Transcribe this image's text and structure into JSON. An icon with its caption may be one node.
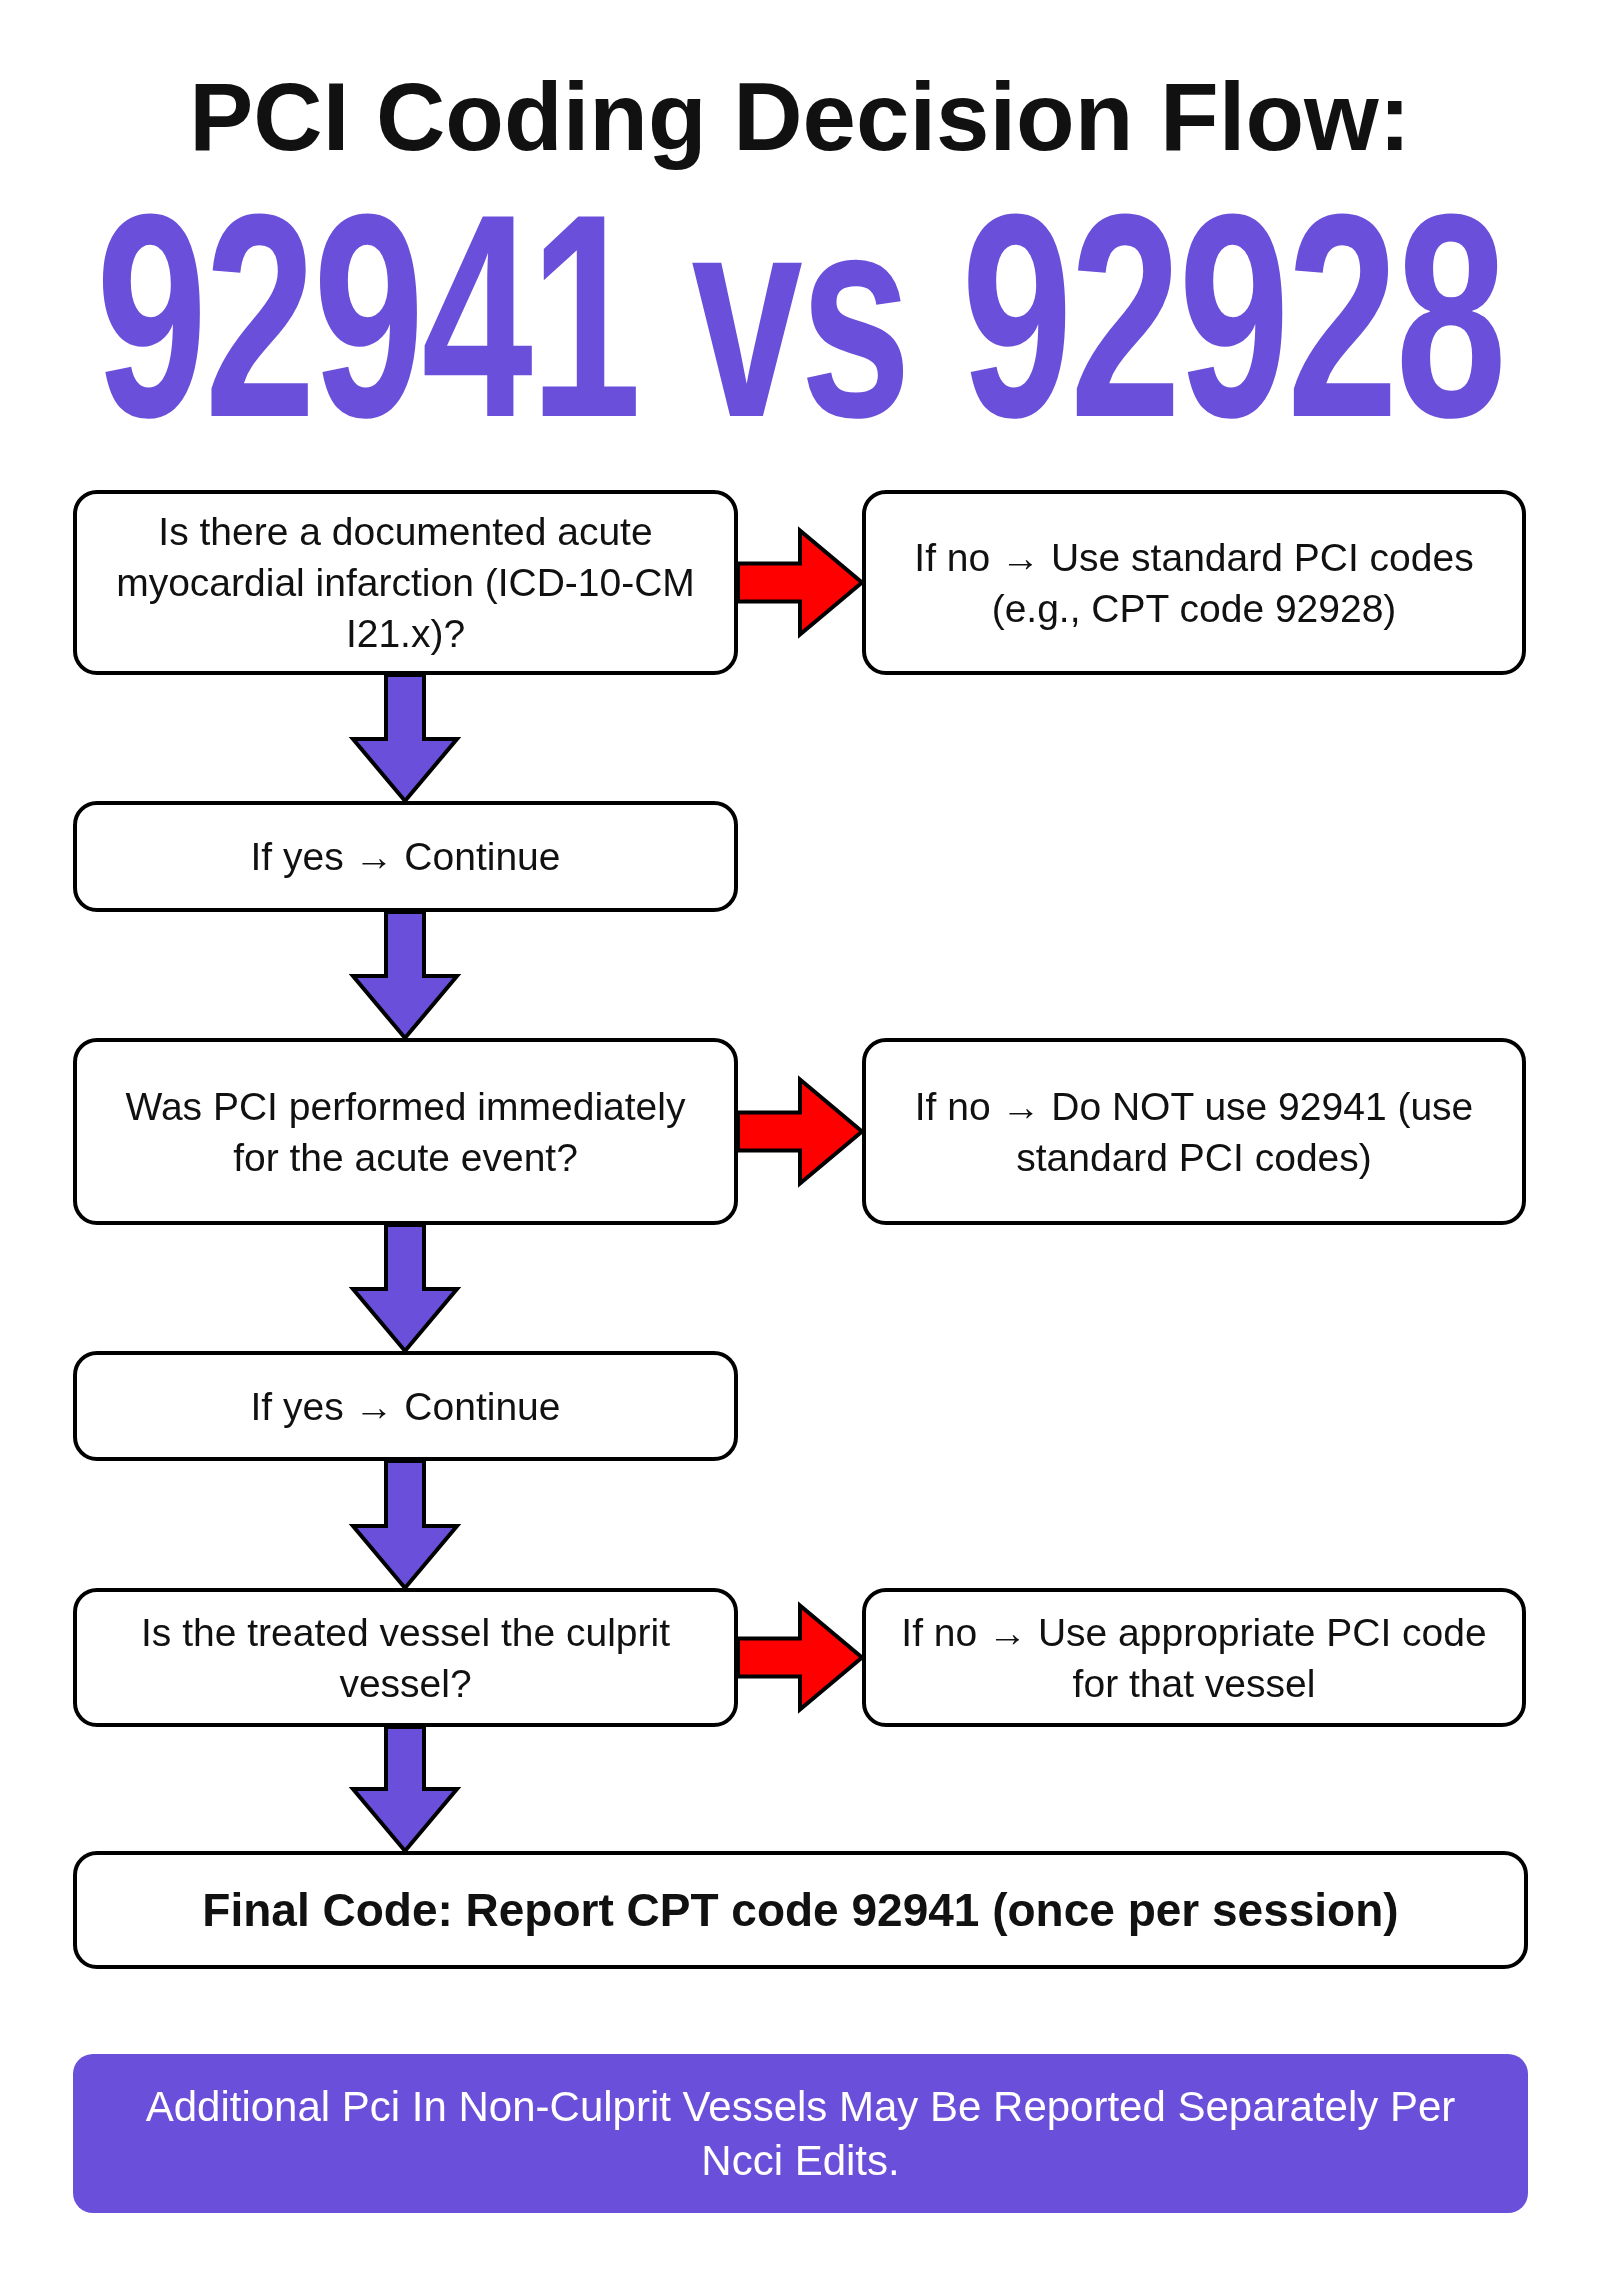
{
  "diagram": {
    "title": "PCI Coding Decision Flow:",
    "nodes": [
      {
        "text": [
          "Is there a documented acute myocardial infarction (ICD-10-CM I21.x)?"
        ]
      },
      {
        "text": [
          "If no → Use standard PCI codes (e.g., CPT code 92928)"
        ]
      },
      {
        "text": [
          "If yes → Continue"
        ]
      },
      {
        "text": [
          "Was PCI performed immediately for the acute event?"
        ]
      },
      {
        "text": [
          "If no → Do NOT use 92941 (use standard PCI codes)"
        ]
      },
      {
        "text": [
          "If yes → Continue"
        ]
      },
      {
        "text": [
          "Is the treated vessel the culprit vessel?"
        ]
      },
      {
        "text": [
          "If no → Use appropriate PCI code for that vessel"
        ]
      },
      {
        "text": [
          "Final Code: Report CPT code 92941 (once per session)"
        ]
      },
      {
        "text": [
          "Additional Pci In Non-Culprit Vessels May Be Reported Separately Per Ncci Edits."
        ]
      }
    ],
    "edges": [
      {
        "from": 0,
        "to": 1,
        "arrow": "to",
        "color": "#ff0000"
      },
      {
        "from": 0,
        "to": 2,
        "arrow": "to"
      },
      {
        "from": 2,
        "to": 3,
        "arrow": "to"
      },
      {
        "from": 3,
        "to": 4,
        "arrow": "to",
        "color": "#ff0000"
      },
      {
        "from": 3,
        "to": 5,
        "arrow": "to"
      },
      {
        "from": 5,
        "to": 6,
        "arrow": "to"
      },
      {
        "from": 6,
        "to": 7,
        "arrow": "to",
        "color": "#ff0000"
      },
      {
        "from": 6,
        "to": 8,
        "arrow": "to"
      }
    ],
    "labels": [
      "92941 vs 92928"
    ]
  }
}
